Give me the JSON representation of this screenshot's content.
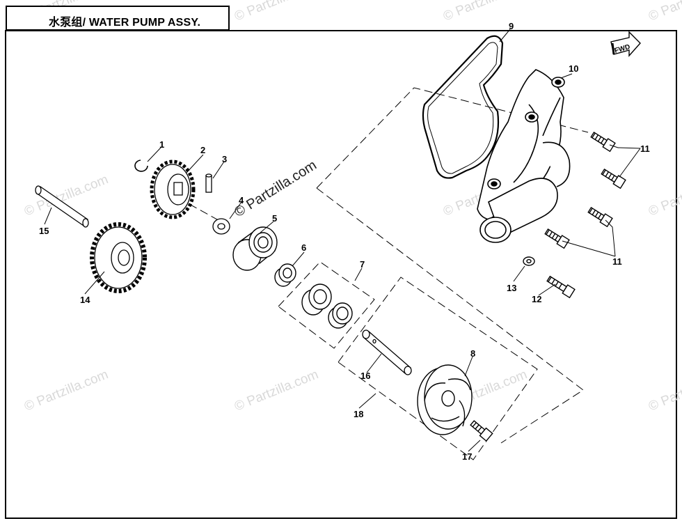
{
  "title": "水泵组/ WATER PUMP ASSY.",
  "fwd_label": "FWD",
  "watermark": "© Partzilla.com",
  "parts": {
    "p1": "1",
    "p2": "2",
    "p3": "3",
    "p4": "4",
    "p5": "5",
    "p6": "6",
    "p7": "7",
    "p8": "8",
    "p9": "9",
    "p10": "10",
    "p11a": "11",
    "p11b": "11",
    "p12": "12",
    "p13": "13",
    "p14": "14",
    "p15": "15",
    "p16": "16",
    "p17": "17",
    "p18": "18"
  }
}
